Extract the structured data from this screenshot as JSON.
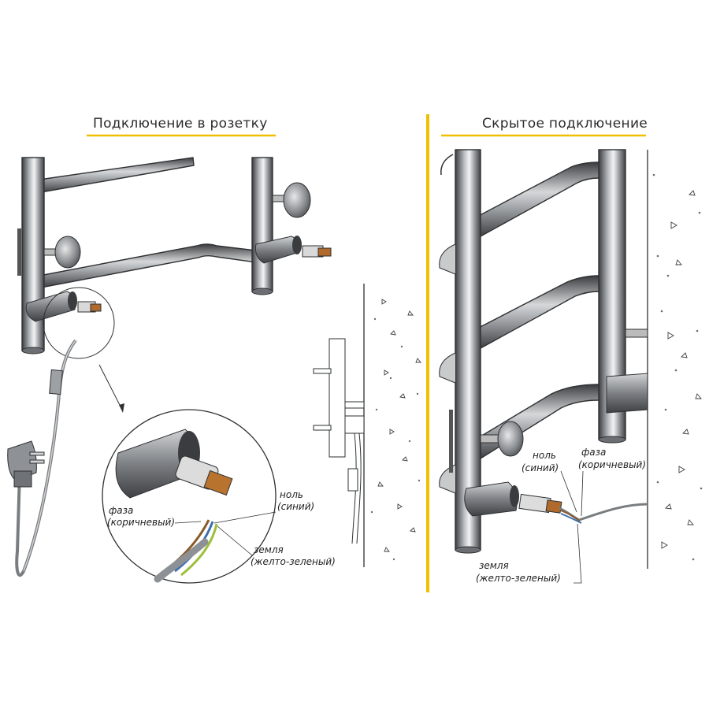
{
  "left_panel": {
    "title": "Подключение в розетку",
    "labels": {
      "phase_1": "фаза",
      "phase_2": "(коричневый)",
      "neutral_1": "ноль",
      "neutral_2": "(синий)",
      "ground_1": "земля",
      "ground_2": "(желто-зеленый)"
    }
  },
  "right_panel": {
    "title": "Скрытое подключение",
    "labels": {
      "neutral_1": "ноль",
      "neutral_2": "(синий)",
      "phase_1": "фаза",
      "phase_2": "(коричневый)",
      "ground_1": "земля",
      "ground_2": "(желто-зеленый)"
    }
  },
  "colors": {
    "accent": "#f0c000",
    "metal_dark": "#5f6266",
    "metal_light": "#c8cacc",
    "wire_brown": "#8b5a2b",
    "wire_blue": "#3d6fb0",
    "wire_ground": "#9bbf3a",
    "outline": "#2e3032"
  }
}
